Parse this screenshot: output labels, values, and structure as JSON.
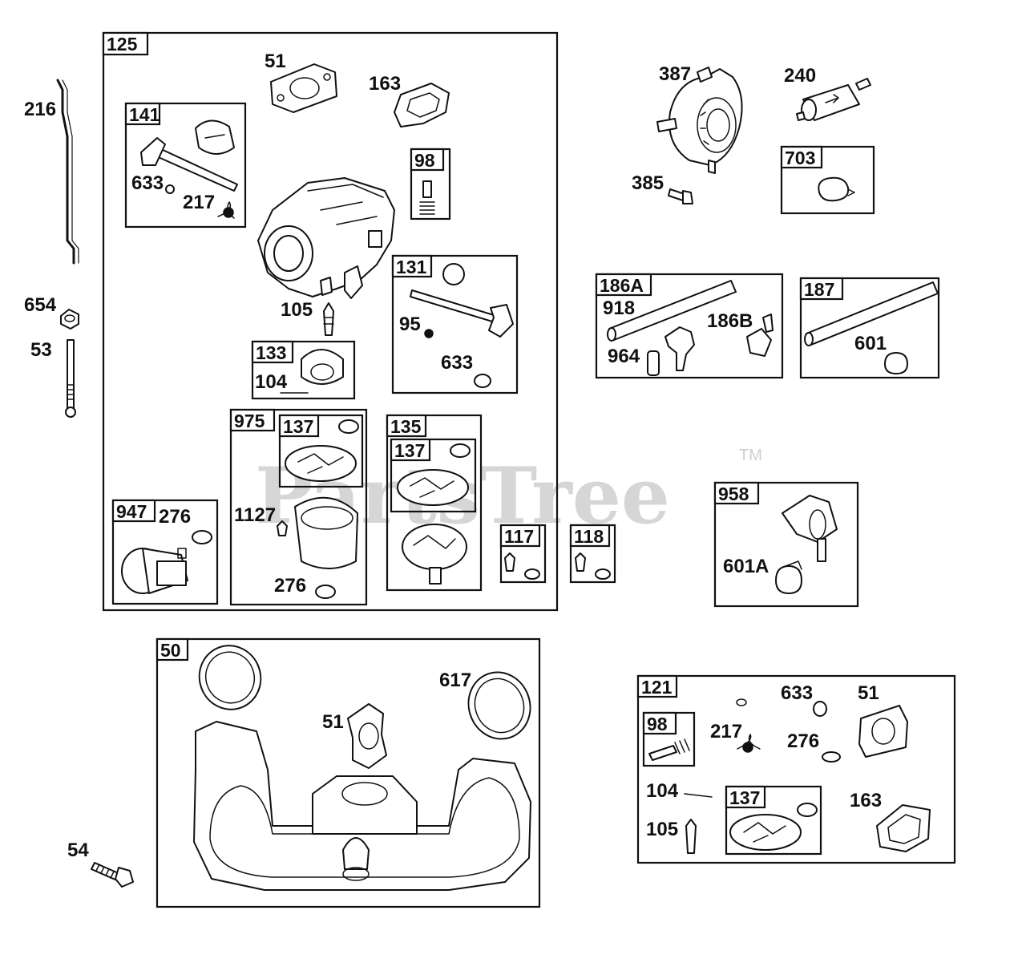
{
  "watermark": {
    "brand": "PartsTree",
    "tm": "TM"
  },
  "groups": {
    "g125": "125",
    "g141": "141",
    "g98a": "98",
    "g131": "131",
    "g133": "133",
    "g975": "975",
    "g137a": "137",
    "g135": "135",
    "g137b": "137",
    "g947": "947",
    "g117": "117",
    "g118": "118",
    "g703": "703",
    "g186a": "186A",
    "g187": "187",
    "g958": "958",
    "g50": "50",
    "g121": "121",
    "g98b": "98",
    "g137c": "137"
  },
  "parts": {
    "p216": "216",
    "p654": "654",
    "p53": "53",
    "p54": "54",
    "p51a": "51",
    "p163a": "163",
    "p633a": "633",
    "p217a": "217",
    "p105a": "105",
    "p95": "95",
    "p633b": "633",
    "p104a": "104",
    "p1127": "1127",
    "p276a": "276",
    "p276b": "276",
    "p387": "387",
    "p240": "240",
    "p385": "385",
    "p918": "918",
    "p964": "964",
    "p186b": "186B",
    "p601": "601",
    "p601a": "601A",
    "p617": "617",
    "p51b": "51",
    "p633c": "633",
    "p51c": "51",
    "p217b": "217",
    "p276c": "276",
    "p104b": "104",
    "p105b": "105",
    "p163b": "163"
  }
}
